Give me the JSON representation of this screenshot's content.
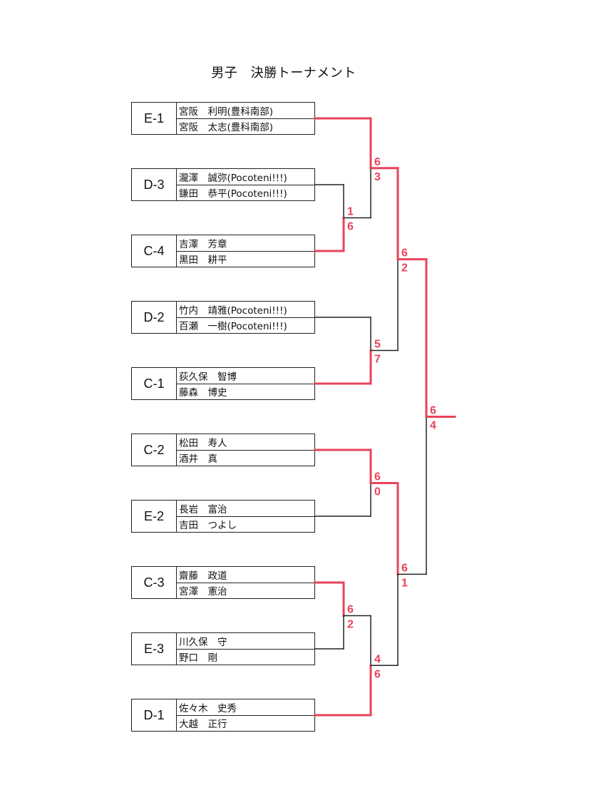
{
  "title": "男子　決勝トーナメント",
  "colors": {
    "win_line": "#e8435a",
    "lose_line": "#222222",
    "score": "#e8435a"
  },
  "entries": [
    {
      "seed": "E-1",
      "players": [
        "宮阪　利明(豊科南部)",
        "宮阪　太志(豊科南部)"
      ]
    },
    {
      "seed": "D-3",
      "players": [
        "瀧澤　誠弥(Pocoteni!!!)",
        "鎌田　恭平(Pocoteni!!!)"
      ]
    },
    {
      "seed": "C-4",
      "players": [
        "吉澤　芳章",
        "黒田　耕平"
      ]
    },
    {
      "seed": "D-2",
      "players": [
        "竹内　靖雅(Pocoteni!!!)",
        "百瀬　一樹(Pocoteni!!!)"
      ]
    },
    {
      "seed": "C-1",
      "players": [
        "荻久保　智博",
        "藤森　博史"
      ]
    },
    {
      "seed": "C-2",
      "players": [
        "松田　寿人",
        "酒井　真"
      ]
    },
    {
      "seed": "E-2",
      "players": [
        "長岩　富治",
        "吉田　つよし"
      ]
    },
    {
      "seed": "C-3",
      "players": [
        "齋藤　政道",
        "宮澤　憲治"
      ]
    },
    {
      "seed": "E-3",
      "players": [
        "川久保　守",
        "野口　剛"
      ]
    },
    {
      "seed": "D-1",
      "players": [
        "佐々木　史秀",
        "大越　正行"
      ]
    }
  ],
  "matches": [
    {
      "id": "r1a",
      "top": "D-3",
      "bottom": "C-4",
      "score_top": "1",
      "score_bottom": "6",
      "winner": "bottom"
    },
    {
      "id": "r1b",
      "top": "C-2",
      "bottom": "E-2",
      "score_top": "6",
      "score_bottom": "0",
      "winner": "top"
    },
    {
      "id": "r1c",
      "top": "C-3",
      "bottom": "E-3",
      "score_top": "6",
      "score_bottom": "2",
      "winner": "top"
    },
    {
      "id": "r2a",
      "top": "E-1",
      "bottom": "C-4",
      "score_top": "6",
      "score_bottom": "3",
      "winner": "top"
    },
    {
      "id": "r2b",
      "top": "D-2",
      "bottom": "C-1",
      "score_top": "5",
      "score_bottom": "7",
      "winner": "bottom"
    },
    {
      "id": "r2c",
      "top": "C-3",
      "bottom": "D-1",
      "score_top": "4",
      "score_bottom": "6",
      "winner": "bottom"
    },
    {
      "id": "sf1",
      "top": "E-1",
      "bottom": "C-1",
      "score_top": "6",
      "score_bottom": "2",
      "winner": "top"
    },
    {
      "id": "sf2",
      "top": "C-2",
      "bottom": "D-1",
      "score_top": "6",
      "score_bottom": "1",
      "winner": "top"
    },
    {
      "id": "final",
      "top": "E-1",
      "bottom": "C-2",
      "score_top": "6",
      "score_bottom": "4",
      "winner": "top"
    }
  ]
}
